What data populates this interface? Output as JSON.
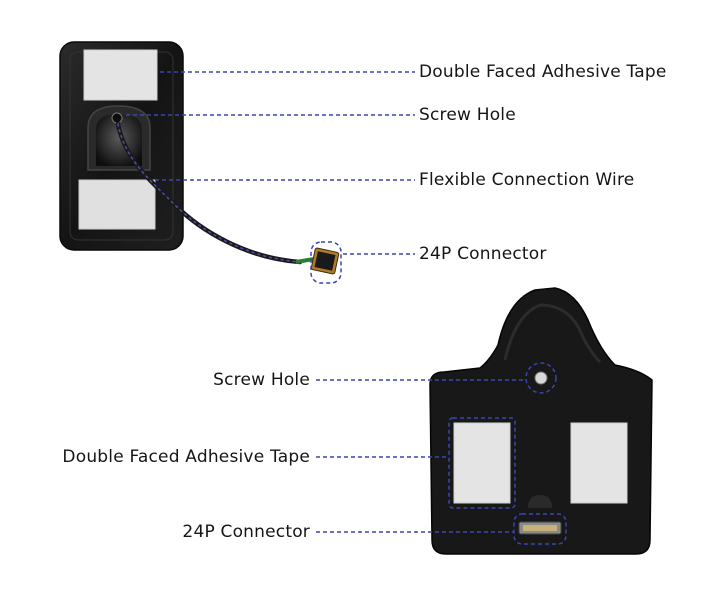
{
  "colors": {
    "leader_line": "#3a45b0",
    "device_body": "#1a1a1a",
    "adhesive_tape": "#e3e3e3",
    "bracket_body": "#161616"
  },
  "top_device": {
    "labels": {
      "double_faced_tape": "Double Faced Adhesive Tape",
      "screw_hole": "Screw Hole",
      "flexible_wire": "Flexible Connection Wire",
      "connector_24p": "24P Connector"
    }
  },
  "bottom_bracket": {
    "labels": {
      "screw_hole": "Screw Hole",
      "double_faced_tape": "Double Faced Adhesive Tape",
      "connector_24p": "24P Connector"
    }
  }
}
